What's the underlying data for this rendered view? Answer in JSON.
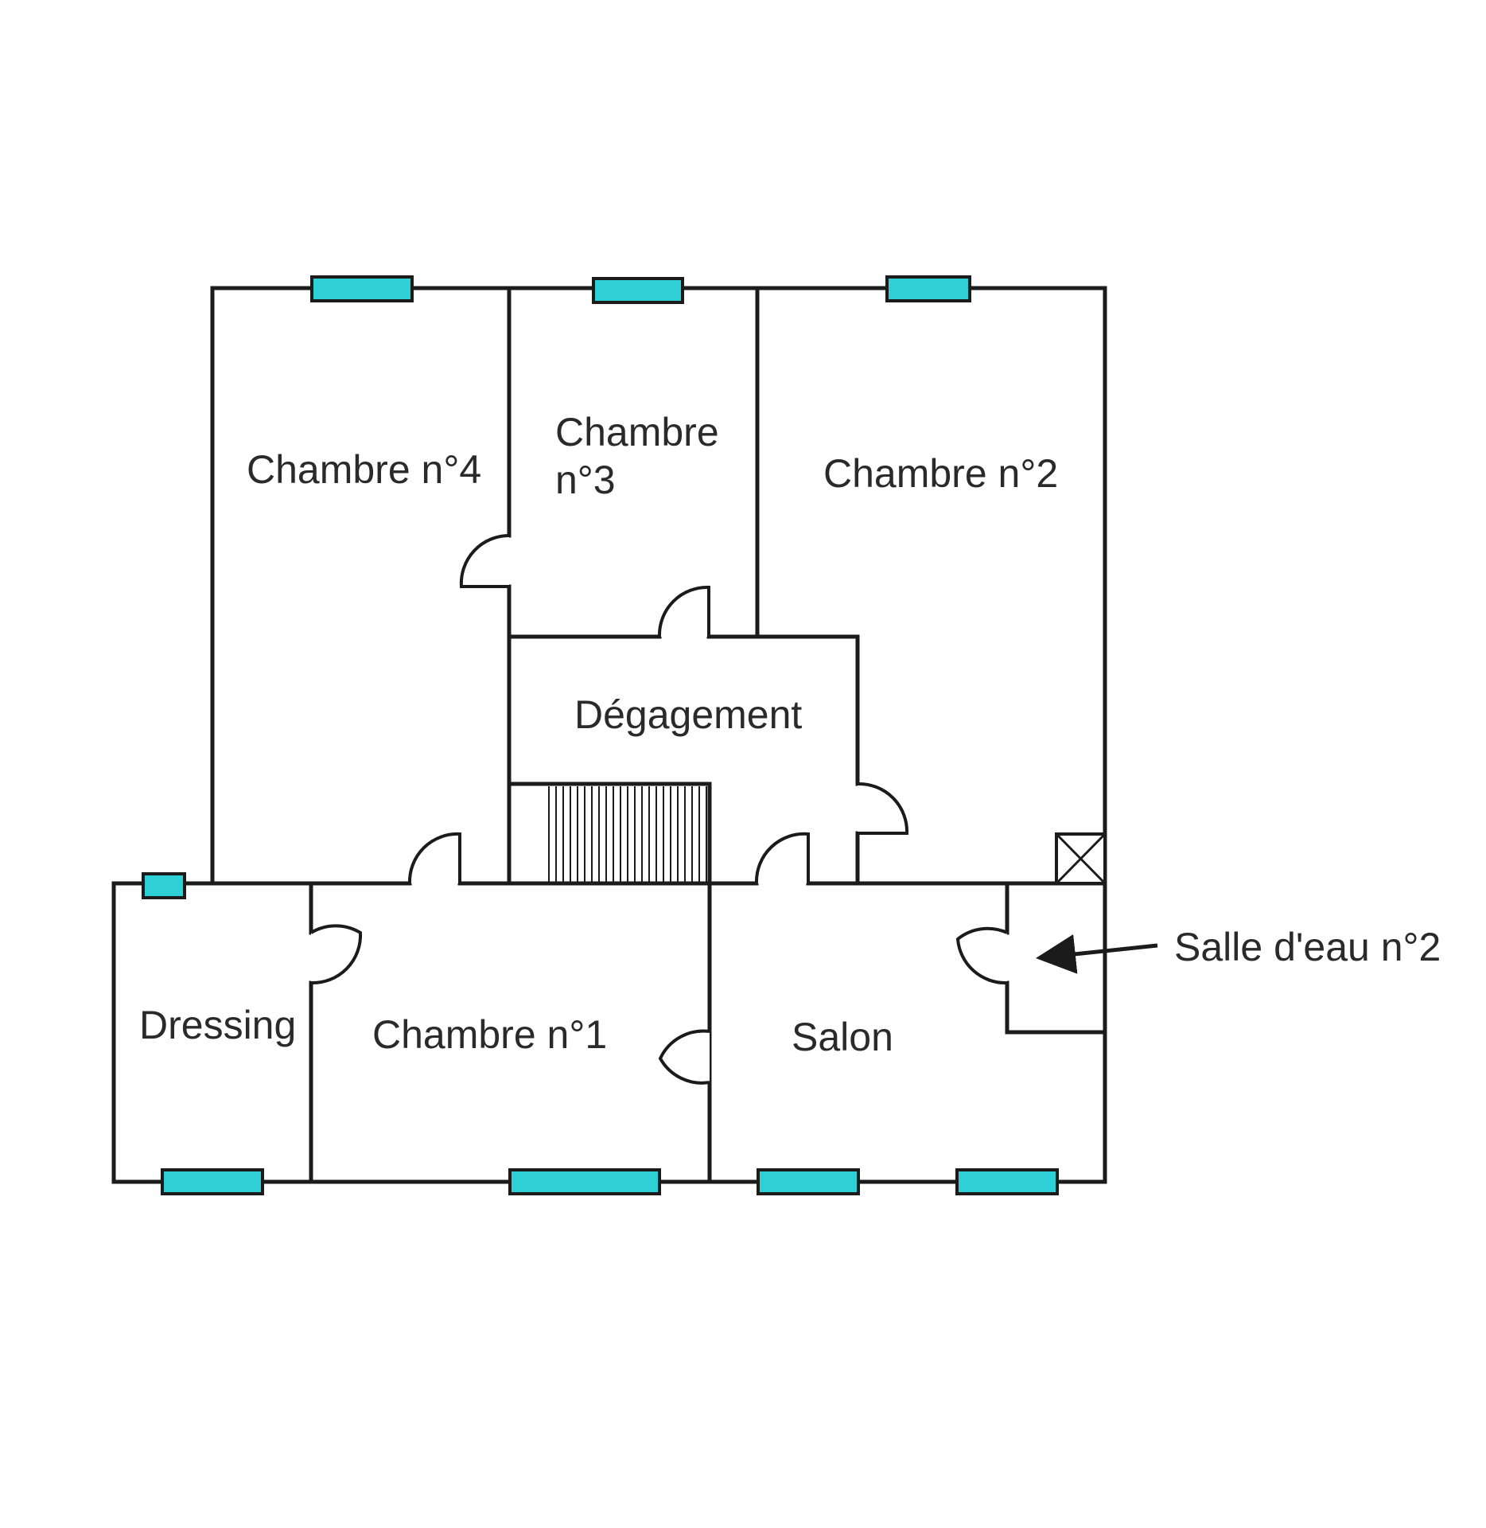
{
  "rooms": {
    "chambre4": "Chambre n°4",
    "chambre3_line1": "Chambre",
    "chambre3_line2": "n°3",
    "chambre2": "Chambre n°2",
    "degagement": "Dégagement",
    "dressing": "Dressing",
    "chambre1": "Chambre n°1",
    "salon": "Salon"
  },
  "callout": {
    "salle_eau": "Salle d'eau n°2"
  },
  "colors": {
    "window": "#2ed0d6",
    "wall": "#1b1b1b",
    "background": "#ffffff"
  }
}
